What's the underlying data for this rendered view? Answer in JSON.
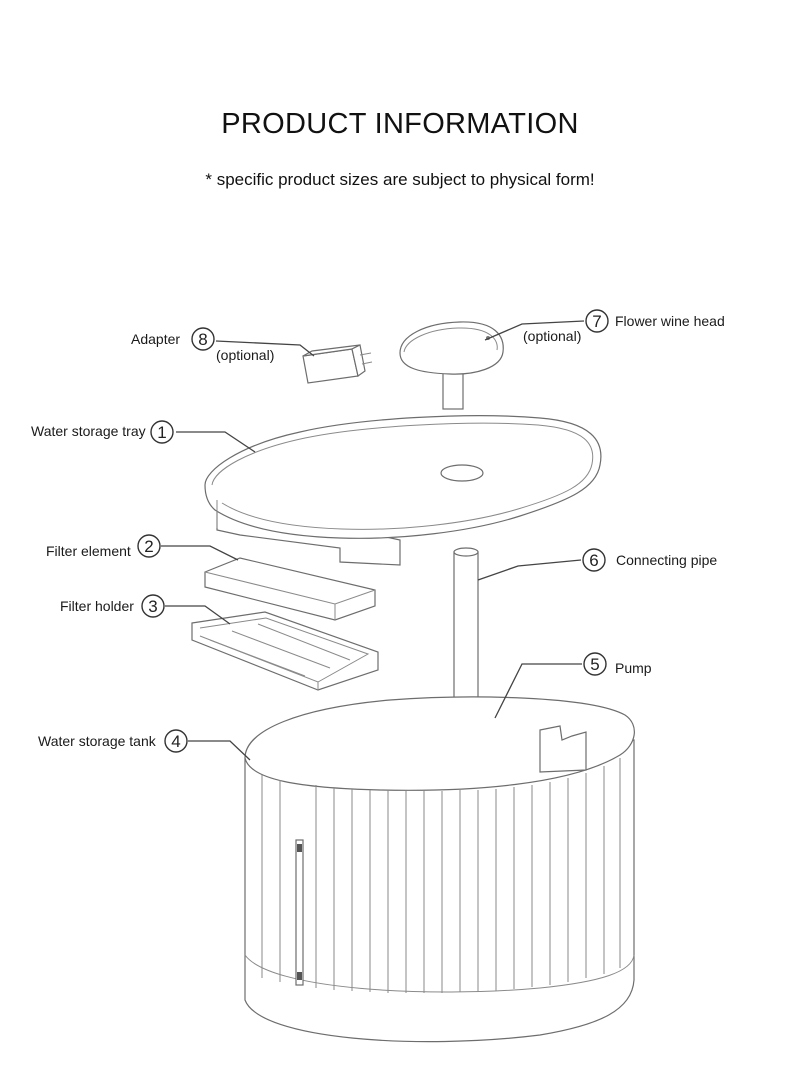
{
  "header": {
    "title": "PRODUCT INFORMATION",
    "subtitle": "* specific product sizes are subject to physical form!"
  },
  "parts": [
    {
      "number": "1",
      "label": "Water storage tray",
      "note": ""
    },
    {
      "number": "2",
      "label": "Filter element",
      "note": ""
    },
    {
      "number": "3",
      "label": "Filter holder",
      "note": ""
    },
    {
      "number": "4",
      "label": "Water storage tank",
      "note": ""
    },
    {
      "number": "5",
      "label": "Pump",
      "note": ""
    },
    {
      "number": "6",
      "label": "Connecting pipe",
      "note": ""
    },
    {
      "number": "7",
      "label": "Flower wine head",
      "note": "(optional)"
    },
    {
      "number": "8",
      "label": "Adapter",
      "note": "(optional)"
    }
  ],
  "colors": {
    "line": "#6d6d6d",
    "text": "#1a1a1a",
    "background": "#ffffff"
  }
}
